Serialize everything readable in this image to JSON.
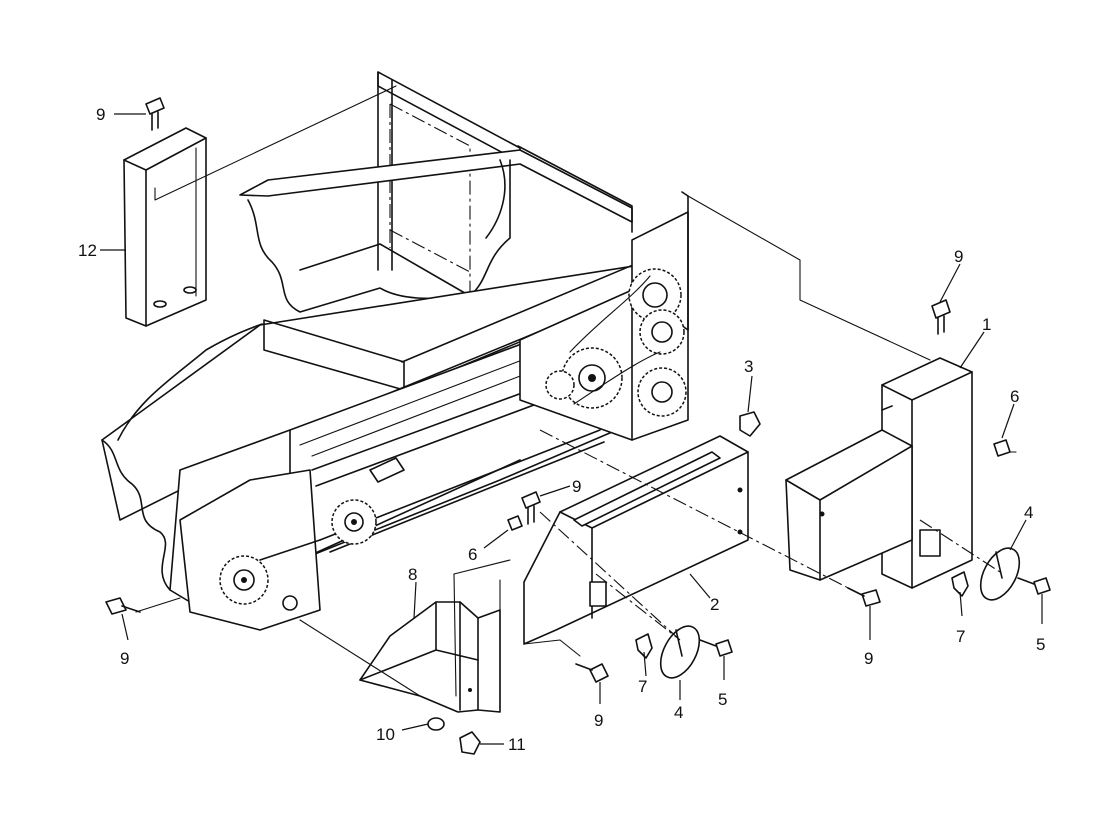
{
  "diagram": {
    "callouts": [
      "1",
      "2",
      "3",
      "4",
      "4",
      "5",
      "5",
      "6",
      "6",
      "7",
      "7",
      "8",
      "9",
      "9",
      "9",
      "9",
      "9",
      "9",
      "10",
      "11",
      "12"
    ]
  }
}
